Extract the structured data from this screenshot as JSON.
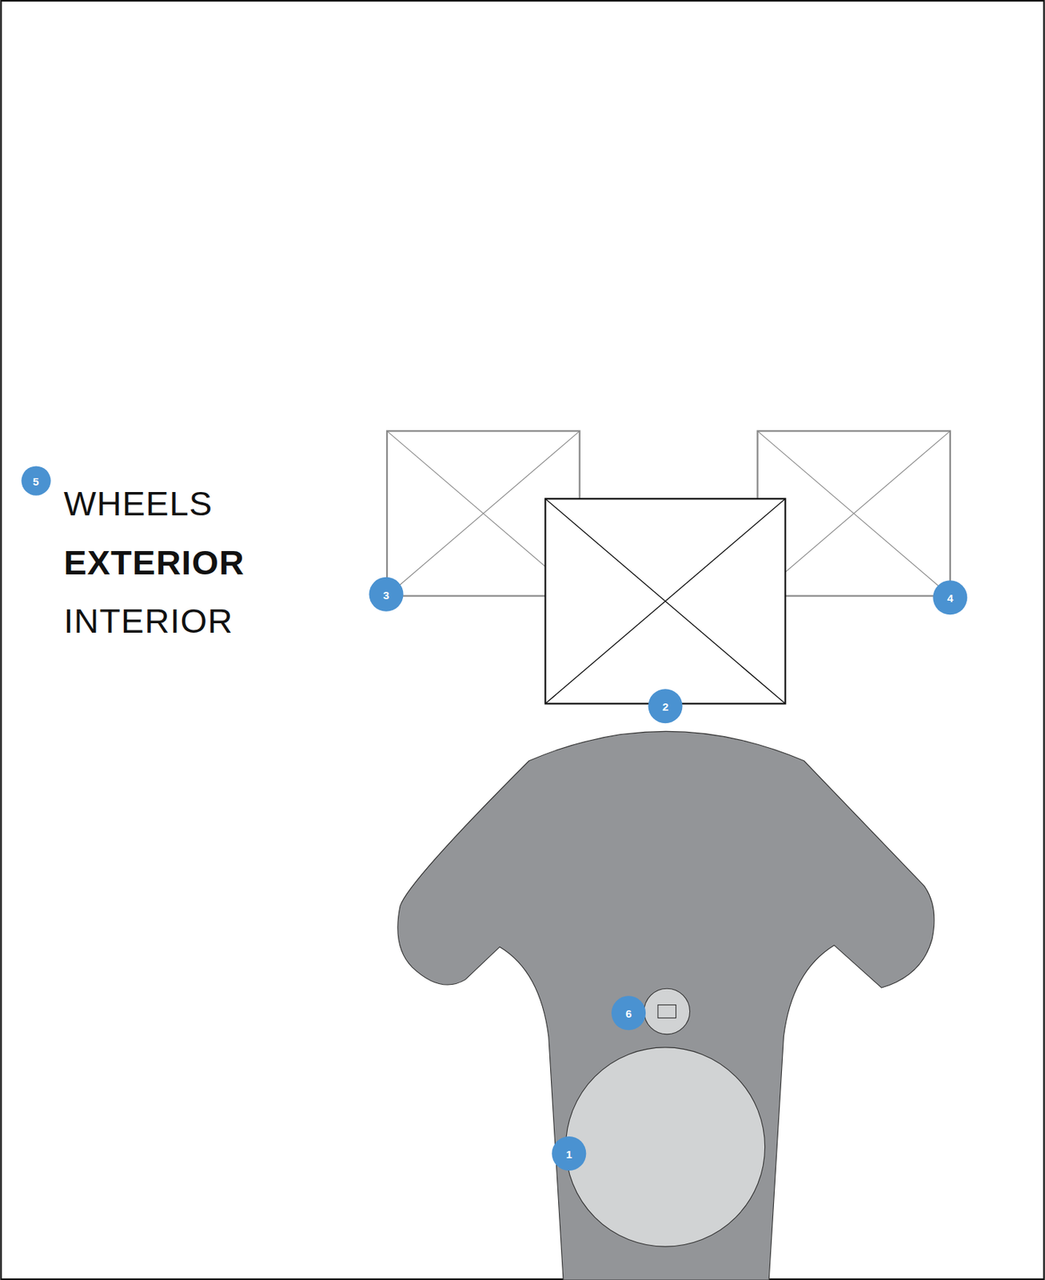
{
  "diagram": {
    "labels": [
      "5",
      "WHEELS",
      "EXTERIOR",
      "INTERIOR",
      "3",
      "4",
      "2",
      "6",
      "1"
    ]
  }
}
